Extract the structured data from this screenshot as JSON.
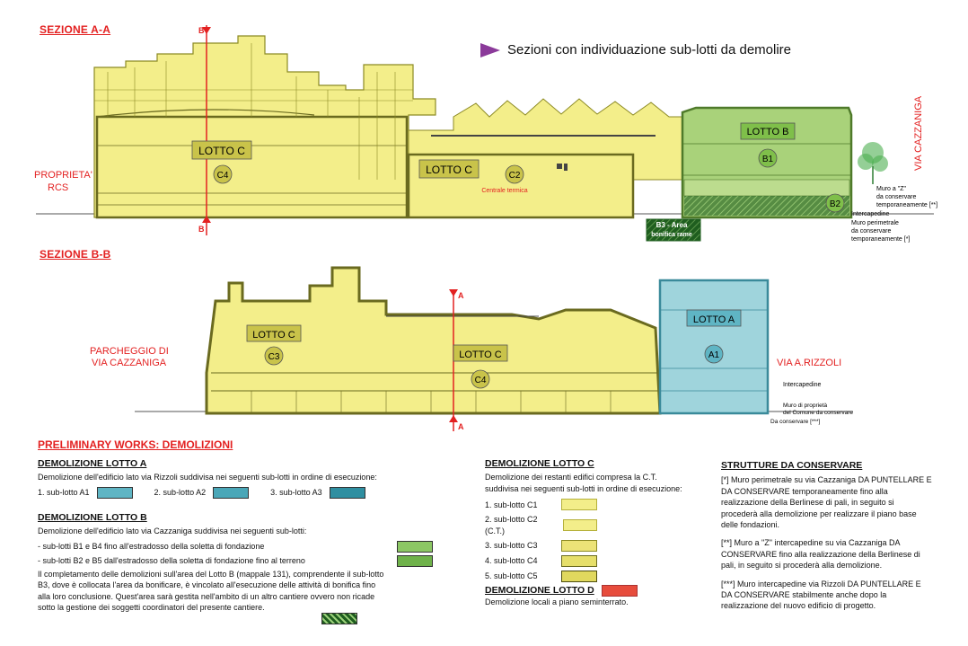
{
  "header": {
    "section_aa": "SEZIONE A-A",
    "section_bb": "SEZIONE B-B",
    "main_title": "Sezioni con individuazione sub-lotti da demolire"
  },
  "section_a": {
    "cut_letter": "B",
    "left_label_1": "PROPRIETA'",
    "left_label_2": "RCS",
    "right_label": "VIA CAZZANIGA",
    "lotto_c_1": "LOTTO C",
    "lotto_c_2": "LOTTO C",
    "lotto_b": "LOTTO B",
    "c4": "C4",
    "c2": "C2",
    "b1": "B1",
    "b2": "B2",
    "centrale": "Centrale termica",
    "b3_line1": "B3 - Area",
    "b3_line2": "bonifica rame",
    "note_z1": "Muro a \"Z\"",
    "note_z2": "da conservare",
    "note_z3": "temporaneamente [**]",
    "note_inter": "Intercapedine",
    "note_perim1": "Muro perimetrale",
    "note_perim2": "da conservare",
    "note_perim3": "temporaneamente [*]"
  },
  "section_b": {
    "cut_letter": "A",
    "left_label_1": "PARCHEGGIO DI",
    "left_label_2": "VIA CAZZANIGA",
    "right_label": "VIA A.RIZZOLI",
    "lotto_c_1": "LOTTO C",
    "lotto_c_2": "LOTTO C",
    "lotto_a": "LOTTO A",
    "c3": "C3",
    "c4": "C4",
    "a1": "A1",
    "note_inter": "Intercapedine",
    "note_muro1": "Muro di proprietà",
    "note_muro2": "del Comune da conservare",
    "note_muro3": "Da conservare [***]"
  },
  "legend": {
    "preliminary": "PRELIMINARY WORKS: DEMOLIZIONI",
    "lotto_a": {
      "title": "DEMOLIZIONE LOTTO A",
      "desc": "Demolizione dell'edificio lato via Rizzoli suddivisa nei seguenti sub-lotti in ordine di esecuzione:",
      "items": [
        "1. sub-lotto A1",
        "2. sub-lotto A2",
        "3. sub-lotto A3"
      ]
    },
    "lotto_b": {
      "title": "DEMOLIZIONE LOTTO B",
      "desc": "Demolizione dell'edificio lato via Cazzaniga suddivisa nei seguenti sub-lotti:",
      "item1": "- sub-lotti B1 e B4 fino all'estradosso della soletta di fondazione",
      "item2": "- sub-lotti B2 e B5 dall'estradosso della soletta di fondazione fino al terreno",
      "text": "Il completamento delle demolizioni sull'area del Lotto B (mappale 131), comprendente il sub-lotto B3, dove è collocata l'area da bonificare, è vincolato all'esecuzione delle attività di bonifica fino alla loro conclusione. Quest'area sarà gestita nell'ambito di un altro cantiere ovvero non ricade sotto la gestione dei soggetti coordinatori del presente cantiere."
    },
    "lotto_c": {
      "title": "DEMOLIZIONE LOTTO C",
      "desc1": "Demolizione dei restanti edifici compresa la C.T.",
      "desc2": "suddivisa nei seguenti sub-lotti in ordine di esecuzione:",
      "items": [
        "1. sub-lotto C1",
        "2. sub-lotto C2 (C.T.)",
        "3. sub-lotto C3",
        "4. sub-lotto C4",
        "5. sub-lotto C5"
      ]
    },
    "lotto_d": {
      "title": "DEMOLIZIONE LOTTO D",
      "desc": "Demolizione locali a piano seminterrato."
    },
    "strutture": {
      "title": "STRUTTURE DA CONSERVARE",
      "p1": "[*] Muro perimetrale su via Cazzaniga DA PUNTELLARE E DA CONSERVARE temporaneamente fino alla realizzazione della Berlinese di pali, in seguito si procederà alla demolizione per realizzare il piano base delle fondazioni.",
      "p2": "[**] Muro a \"Z\" intercapedine su via Cazzaniga DA CONSERVARE fino alla realizzazione della Berlinese di pali, in seguito si procederà alla demolizione.",
      "p3": "[***] Muro intercapedine via Rizzoli DA PUNTELLARE E DA CONSERVARE stabilmente anche dopo la realizzazione del nuovo edificio di progetto."
    }
  },
  "colors": {
    "yellow": "#f3ee8a",
    "yellow_stroke": "#8c8a24",
    "green": "#a9d27a",
    "teal": "#9fd4dc",
    "red": "#e32121",
    "lotto_d": "#e74c3c"
  }
}
